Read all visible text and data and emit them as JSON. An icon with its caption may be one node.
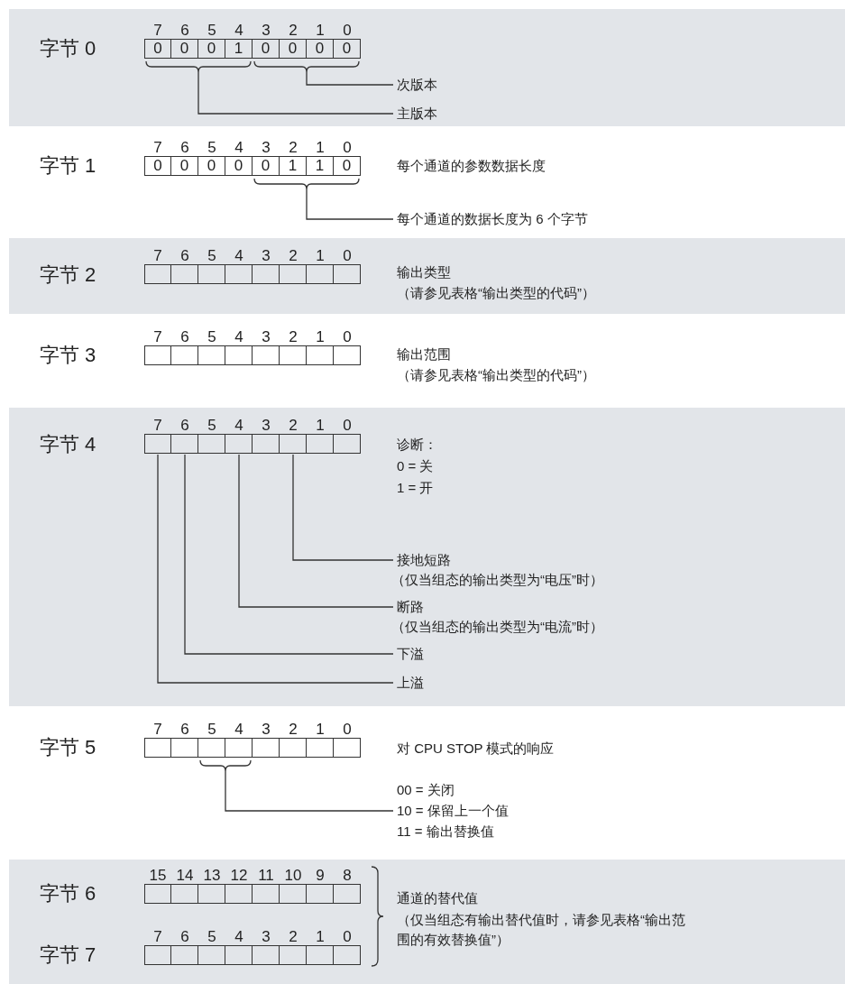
{
  "diagram": {
    "nodes": [
      {
        "text": [
          "字节 0"
        ]
      },
      {
        "text": [
          "次版本"
        ],
        "in": 0
      },
      {
        "text": [
          "主版本"
        ],
        "in": 0
      },
      {
        "text": [
          "字节 1"
        ]
      },
      {
        "text": [
          "每个通道的数据长度为 6 个字节"
        ],
        "in": 3
      },
      {
        "text": [
          "字节 2"
        ]
      },
      {
        "text": [
          "字节 3"
        ]
      },
      {
        "text": [
          "字节 4"
        ]
      },
      {
        "text": [
          "接地短路",
          "（仅当组态的输出类型为“电压”时）"
        ],
        "in": 7
      },
      {
        "text": [
          "断路",
          "（仅当组态的输出类型为“电流”时）"
        ],
        "in": 7
      },
      {
        "text": [
          "下溢"
        ],
        "in": 7
      },
      {
        "text": [
          "上溢"
        ],
        "in": 7
      },
      {
        "text": [
          "字节 5"
        ]
      },
      {
        "text": [
          "10 = 保留上一个值"
        ],
        "in": 12
      },
      {
        "text": [
          "字节 6",
          "字节 7"
        ]
      }
    ],
    "edges": [
      {
        "from": 1,
        "to": null,
        "arrow": "none"
      },
      {
        "from": 2,
        "to": null,
        "arrow": "none"
      },
      {
        "from": 4,
        "to": null,
        "arrow": "none"
      },
      {
        "from": 8,
        "to": null,
        "arrow": "none"
      },
      {
        "from": 9,
        "to": null,
        "arrow": "none"
      },
      {
        "from": 10,
        "to": null,
        "arrow": "none"
      },
      {
        "from": 11,
        "to": null,
        "arrow": "none"
      },
      {
        "from": 13,
        "to": null,
        "arrow": "none"
      }
    ],
    "labels": [
      "7",
      "6",
      "5",
      "4",
      "3",
      "2",
      "1",
      "0",
      "0",
      "0",
      "0",
      "1",
      "0",
      "0",
      "0",
      "0",
      "7",
      "6",
      "5",
      "4",
      "3",
      "2",
      "1",
      "0",
      "0",
      "0",
      "0",
      "0",
      "0",
      "1",
      "1",
      "0",
      "每个通道的参数数据长度",
      "7",
      "6",
      "5",
      "4",
      "3",
      "2",
      "1",
      "0",
      "输出类型",
      "（请参见表格“输出类型的代码”）",
      "7",
      "6",
      "5",
      "4",
      "3",
      "2",
      "1",
      "0",
      "输出范围",
      "（请参见表格“输出类型的代码”）",
      "7",
      "6",
      "5",
      "4",
      "3",
      "2",
      "1",
      "0",
      "诊断：",
      "0 = 关",
      "1 = 开",
      "7",
      "6",
      "5",
      "4",
      "3",
      "2",
      "1",
      "0",
      "对 CPU STOP 模式的响应",
      "00 = 关闭",
      "11 = 输出替换值",
      "15",
      "14",
      "13",
      "12",
      "11",
      "10",
      "9",
      "8",
      "通道的替代值",
      "（仅当组态有输出替代值时，请参见表格“输出范围的有效替换值”）",
      "7",
      "6",
      "5",
      "4",
      "3",
      "2",
      "1",
      "0"
    ]
  }
}
